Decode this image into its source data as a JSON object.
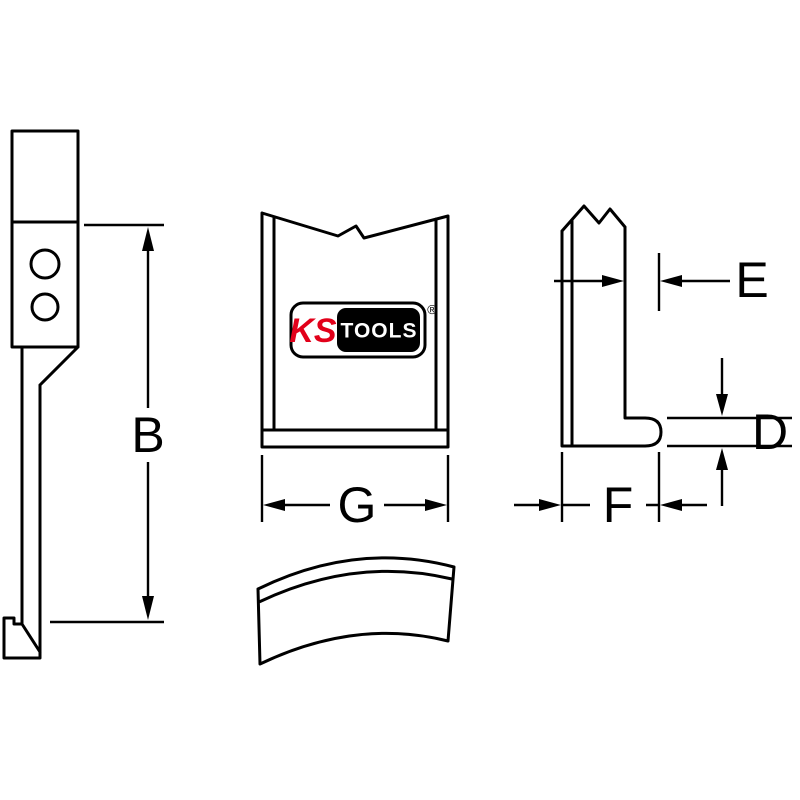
{
  "diagram": {
    "dimension_labels": {
      "b": "B",
      "g": "G",
      "e": "E",
      "d": "D",
      "f": "F"
    },
    "logo": {
      "brand_left": "KS",
      "brand_right": "TOOLS",
      "registered_mark": "®"
    },
    "colors": {
      "line": "#000000",
      "logo_red": "#e2001a",
      "background": "#ffffff"
    }
  }
}
